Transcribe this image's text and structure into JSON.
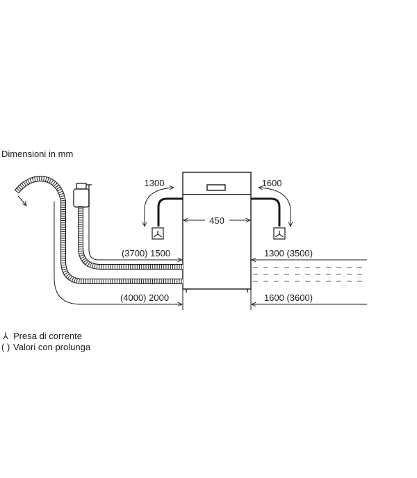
{
  "caption": "Dimensioni in mm",
  "dimensions": {
    "left_cable": "1300",
    "right_cable": "1600",
    "width": "450",
    "hose_left": "(3700) 1500",
    "hose_right": "1300 (3500)",
    "drain_left": "(4000) 2000",
    "drain_right": "1600 (3600)"
  },
  "legend": {
    "socket_symbol": "⅄",
    "socket_label": "Presa di corrente",
    "extension_symbol": "( )",
    "extension_label": "Valori con prolunga"
  },
  "colors": {
    "line": "#1a1a1a",
    "dim": "#333333"
  }
}
